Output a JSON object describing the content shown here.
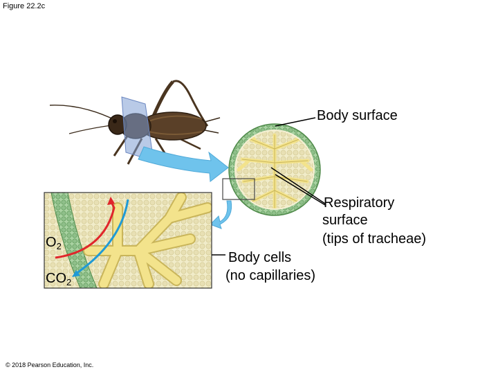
{
  "figure_label": "Figure 22.2c",
  "labels": {
    "body_surface": "Body surface",
    "respiratory_line1": "Respiratory",
    "respiratory_line2": "surface",
    "respiratory_line3": "(tips of tracheae)",
    "body_cells_line1": "Body cells",
    "body_cells_line2": "(no capillaries)"
  },
  "gases": {
    "o2": {
      "symbol": "O",
      "subscript": "2"
    },
    "co2": {
      "symbol": "CO",
      "subscript": "2"
    }
  },
  "copyright": "© 2018 Pearson Education, Inc.",
  "colors": {
    "cell_fill": "#f1ecc9",
    "trachea": "#f3e38c",
    "trachea_edge": "#c9b55a",
    "body_wall": "#8fbf8a",
    "arrow_blue": "#6fc3ec",
    "o2_arrow": "#e0262b",
    "co2_arrow": "#1f9ad6",
    "section_plane": "#7f9fd4"
  }
}
